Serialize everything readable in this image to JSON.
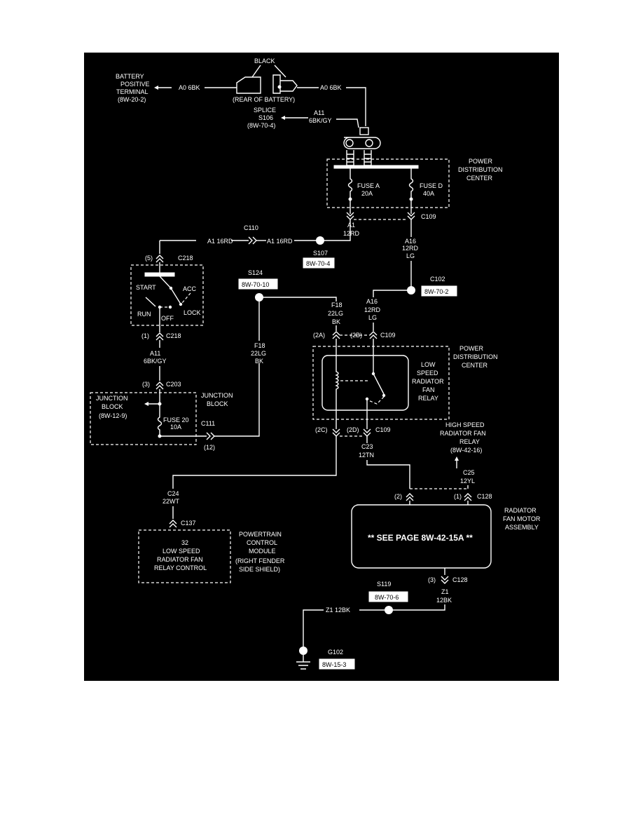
{
  "diagram": {
    "battery": {
      "label_line1": "BATTERY",
      "label_line2": "POSITIVE",
      "label_line3": "TERMINAL",
      "ref": "(8W-20-2)",
      "wire_left": "A0 6BK",
      "wire_right": "A0 6BK",
      "color_label": "BLACK",
      "rear_label": "(REAR OF BATTERY)"
    },
    "splice_s106": {
      "line1": "SPLICE",
      "line2": "S106",
      "ref": "(8W-70-4)",
      "wire": "A11",
      "wire_color": "6BK/GY"
    },
    "pdc_top": {
      "line1": "POWER",
      "line2": "DISTRIBUTION",
      "line3": "CENTER",
      "fuse_a": "FUSE A",
      "fuse_a_rating": "20A",
      "fuse_d": "FUSE D",
      "fuse_d_rating": "40A",
      "connector": "C109",
      "wire_a1": "A1",
      "wire_a1_color": "12RD",
      "wire_a16": "A16",
      "wire_a16_color": "12RD",
      "wire_a16_stripe": "LG"
    },
    "c110": {
      "label": "C110",
      "wire_left": "A1 16RD",
      "wire_right": "A1 16RD"
    },
    "s107": {
      "label": "S107",
      "ref": "8W-70-4"
    },
    "ignition": {
      "pin": "(5)",
      "connector": "C218",
      "start": "START",
      "acc": "ACC",
      "run": "RUN",
      "off": "OFF",
      "lock": "LOCK",
      "pin_out": "(1)",
      "connector_out": "C218",
      "wire": "A11",
      "wire_color": "6BK/GY"
    },
    "s124": {
      "label": "S124",
      "ref": "8W-70-10"
    },
    "c102": {
      "label": "C102",
      "ref": "8W-70-2"
    },
    "relay_feed": {
      "f18": "F18",
      "f18_color": "22LG",
      "f18_stripe": "BK",
      "a16": "A16",
      "a16_color": "12RD",
      "a16_stripe": "LG",
      "pin_2a": "(2A)",
      "pin_2b": "(2B)",
      "connector": "C109"
    },
    "pdc_mid": {
      "line1": "POWER",
      "line2": "DISTRIBUTION",
      "line3": "CENTER",
      "relay1": "LOW",
      "relay2": "SPEED",
      "relay3": "RADIATOR",
      "relay4": "FAN",
      "relay5": "RELAY",
      "pin_2c": "(2C)",
      "pin_2d": "(2D)",
      "connector": "C109"
    },
    "f18_vertical": {
      "wire": "F18",
      "color": "22LG",
      "stripe": "BK"
    },
    "c203": {
      "pin": "(3)",
      "connector": "C203"
    },
    "junction_block": {
      "line1": "JUNCTION",
      "line2": "BLOCK",
      "ref": "(8W-12-9)",
      "side1": "JUNCTION",
      "side2": "BLOCK",
      "fuse": "FUSE 20",
      "fuse_rating": "10A",
      "connector": "C111",
      "pin": "(12)"
    },
    "high_speed": {
      "line1": "HIGH SPEED",
      "line2": "RADIATOR FAN",
      "line3": "RELAY",
      "ref": "(8W-42-16)",
      "wire": "C25",
      "wire_color": "12YL"
    },
    "c23": {
      "wire": "C23",
      "color": "12TN"
    },
    "c24": {
      "wire": "C24",
      "color": "22WT",
      "connector": "C137"
    },
    "pcm": {
      "pin": "32",
      "line1": "LOW SPEED",
      "line2": "RADIATOR FAN",
      "line3": "RELAY CONTROL",
      "side1": "POWERTRAIN",
      "side2": "CONTROL",
      "side3": "MODULE",
      "side4": "(RIGHT FENDER",
      "side5": "SIDE SHIELD)"
    },
    "motor": {
      "pin2": "(2)",
      "pin1": "(1)",
      "connector": "C128",
      "line1": "RADIATOR",
      "line2": "FAN MOTOR",
      "line3": "ASSEMBLY",
      "see_page": "** SEE PAGE 8W-42-15A **",
      "pin3": "(3)",
      "connector_out": "C128",
      "wire": "Z1",
      "wire_color": "12BK"
    },
    "s119": {
      "label": "S119",
      "ref": "8W-70-6",
      "wire": "Z1 12BK"
    },
    "ground": {
      "label": "G102",
      "ref": "8W-15-3"
    }
  }
}
